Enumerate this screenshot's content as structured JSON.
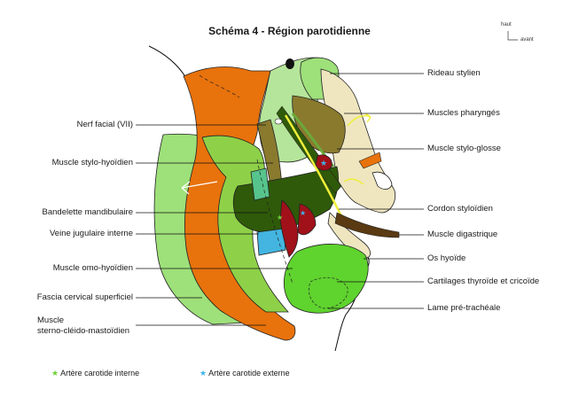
{
  "title": "Schéma 4 - Région parotidienne",
  "orientation": {
    "up": "haut",
    "forward": "avant"
  },
  "labels_left": [
    {
      "id": "nerf-facial",
      "text": "Nerf facial (VII)"
    },
    {
      "id": "stylo-hyoidien",
      "text": "Muscle stylo-hyoïdien"
    },
    {
      "id": "bandelette",
      "text": "Bandelette mandibulaire"
    },
    {
      "id": "jugulaire",
      "text": "Veine jugulaire interne"
    },
    {
      "id": "omo-hyoidien",
      "text": "Muscle omo-hyoïdien"
    },
    {
      "id": "fascia",
      "text": "Fascia cervical superficiel"
    },
    {
      "id": "scm",
      "text": "Muscle\nsterno-cléido-mastoïdien"
    }
  ],
  "labels_right": [
    {
      "id": "rideau",
      "text": "Rideau stylien"
    },
    {
      "id": "pharynges",
      "text": "Muscles pharyngés"
    },
    {
      "id": "stylo-glosse",
      "text": "Muscle stylo-glosse"
    },
    {
      "id": "cordon",
      "text": "Cordon styloïdien"
    },
    {
      "id": "digastrique",
      "text": "Muscle digastrique"
    },
    {
      "id": "hyoide",
      "text": "Os hyoïde"
    },
    {
      "id": "cartilages",
      "text": "Cartilages thyroïde et cricoïde"
    },
    {
      "id": "lame",
      "text": "Lame pré-trachéale"
    }
  ],
  "legend": [
    {
      "id": "carotide-interne",
      "text": "Artère carotide interne",
      "color": "#6fd23a"
    },
    {
      "id": "carotide-externe",
      "text": "Artère carotide externe",
      "color": "#3fb5e8"
    }
  ],
  "colors": {
    "orange": "#e8720c",
    "light_green": "#9ee07a",
    "mid_green": "#8ed148",
    "bright_green": "#5fd32e",
    "dark_green": "#2f5a0a",
    "olive": "#8a7a2e",
    "beige": "#efe6c0",
    "dark_red": "#a0111a",
    "blue": "#43b5e0",
    "teal": "#56c48c",
    "yellow": "#f0ee3a"
  }
}
